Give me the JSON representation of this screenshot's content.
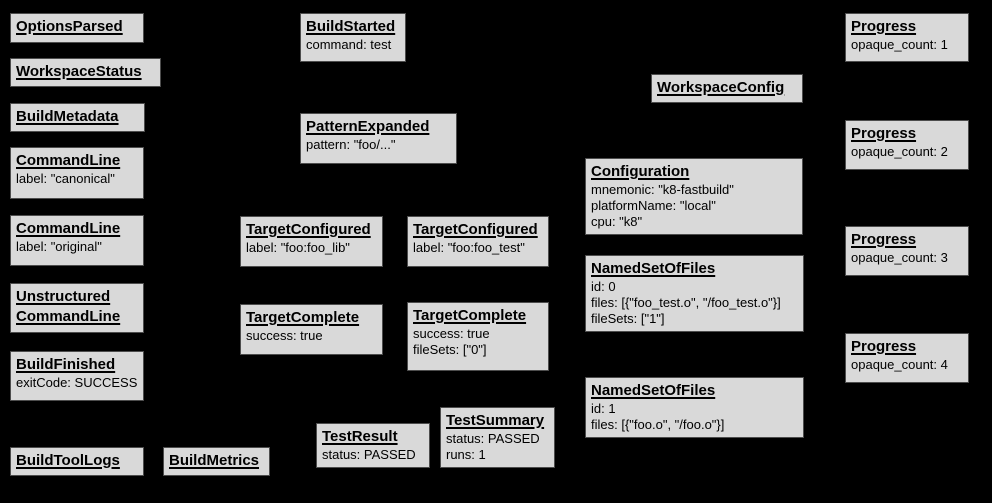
{
  "diagram": {
    "description": "Build event protocol graph",
    "colors": {
      "background": "#000000",
      "node_fill": "#d9d9d9",
      "node_border": "#4d4d4d",
      "node_text": "#000000"
    },
    "nodes": {
      "options_parsed": {
        "title": "OptionsParsed",
        "body": ""
      },
      "workspace_status": {
        "title": "WorkspaceStatus",
        "body": ""
      },
      "build_metadata": {
        "title": "BuildMetadata",
        "body": ""
      },
      "command_line_canonical": {
        "title": "CommandLine",
        "body": "label: \"canonical\""
      },
      "command_line_original": {
        "title": "CommandLine",
        "body": "label: \"original\""
      },
      "unstructured_command_line": {
        "title": "Unstructured\nCommandLine",
        "body": ""
      },
      "build_finished": {
        "title": "BuildFinished",
        "body": "exitCode: SUCCESS"
      },
      "build_tool_logs": {
        "title": "BuildToolLogs",
        "body": ""
      },
      "build_metrics": {
        "title": "BuildMetrics",
        "body": ""
      },
      "build_started": {
        "title": "BuildStarted",
        "body": "command: test"
      },
      "pattern_expanded": {
        "title": "PatternExpanded",
        "body": "pattern: \"foo/...\""
      },
      "target_configured_foo_lib": {
        "title": "TargetConfigured",
        "body": "label: \"foo:foo_lib\""
      },
      "target_configured_foo_test": {
        "title": "TargetConfigured",
        "body": "label: \"foo:foo_test\""
      },
      "target_complete_foo_lib": {
        "title": "TargetComplete",
        "body": "success: true"
      },
      "target_complete_foo_test": {
        "title": "TargetComplete",
        "body": "success: true\nfileSets: [\"0\"]"
      },
      "test_result": {
        "title": "TestResult",
        "body": "status: PASSED"
      },
      "test_summary": {
        "title": "TestSummary",
        "body": "status: PASSED\nruns: 1"
      },
      "workspace_config": {
        "title": "WorkspaceConfig",
        "body": ""
      },
      "configuration": {
        "title": "Configuration",
        "body": "mnemonic: \"k8-fastbuild\"\nplatformName: \"local\"\ncpu: \"k8\""
      },
      "named_set_of_files_0": {
        "title": "NamedSetOfFiles",
        "body": "id: 0\nfiles: [{\"foo_test.o\", \"/foo_test.o\"}]\nfileSets: [\"1\"]"
      },
      "named_set_of_files_1": {
        "title": "NamedSetOfFiles",
        "body": "id: 1\nfiles: [{\"foo.o\", \"/foo.o\"}]"
      },
      "progress_1": {
        "title": "Progress",
        "body": "opaque_count: 1"
      },
      "progress_2": {
        "title": "Progress",
        "body": "opaque_count: 2"
      },
      "progress_3": {
        "title": "Progress",
        "body": "opaque_count: 3"
      },
      "progress_4": {
        "title": "Progress",
        "body": "opaque_count: 4"
      }
    }
  }
}
